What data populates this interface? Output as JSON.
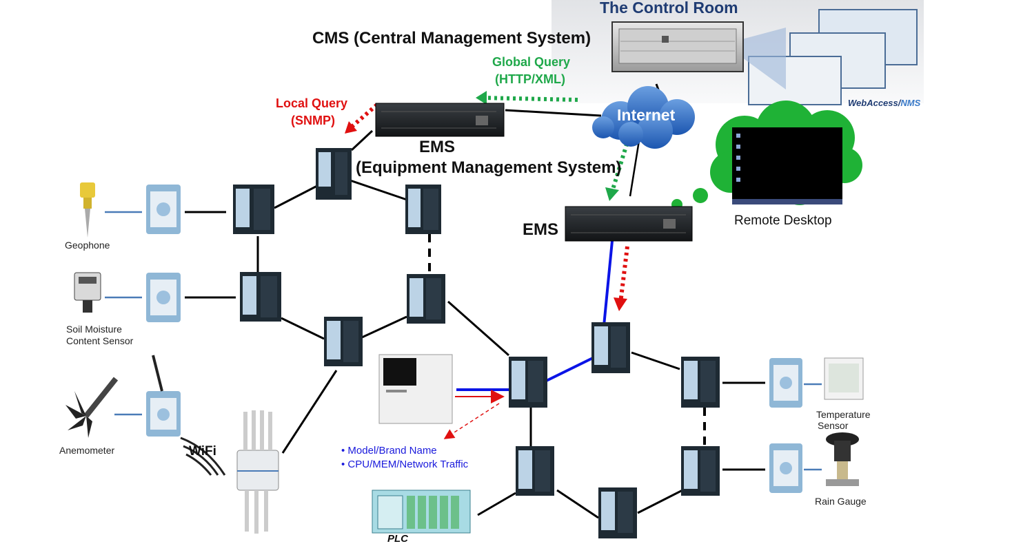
{
  "colors": {
    "switch_body": "#1e2a33",
    "switch_port": "#bcd3e6",
    "module": "#8fb7d6",
    "line": "#000000",
    "global_query": "#1fa84a",
    "local_query": "#e01010",
    "blue_path": "#0b14e6",
    "bullet_text": "#1a1adc",
    "remote_desktop_cloud": "#1fb236"
  },
  "labels": {
    "control_room": "The Control Room",
    "cms": "CMS (Central Management System)",
    "global_query_line1": "Global Query",
    "global_query_line2": "(HTTP/XML)",
    "local_query_line1": "Local Query",
    "local_query_line2": "(SNMP)",
    "internet": "Internet",
    "ems_left_line1": "EMS",
    "ems_left_line2": "(Equipment Management System)",
    "ems_right": "EMS",
    "remote_desktop": "Remote Desktop",
    "webaccess_prefix": "WebAccess/",
    "webaccess_suffix": "NMS",
    "geophone": "Geophone",
    "soil_line1": "Soil Moisture",
    "soil_line2": "Content Sensor",
    "anemometer": "Anemometer",
    "wifi": "WiFi",
    "plc": "PLC",
    "temperature_line1": "Temperature",
    "temperature_line2": "Sensor",
    "rain_gauge": "Rain Gauge"
  },
  "bullets": [
    "Model/Brand  Name",
    "CPU/MEM/Network  Traffic"
  ],
  "icons": {
    "switch": "industrial-ethernet-switch-icon",
    "io_module": "io-module-icon",
    "server": "rack-server-icon",
    "cloud": "cloud-icon"
  }
}
